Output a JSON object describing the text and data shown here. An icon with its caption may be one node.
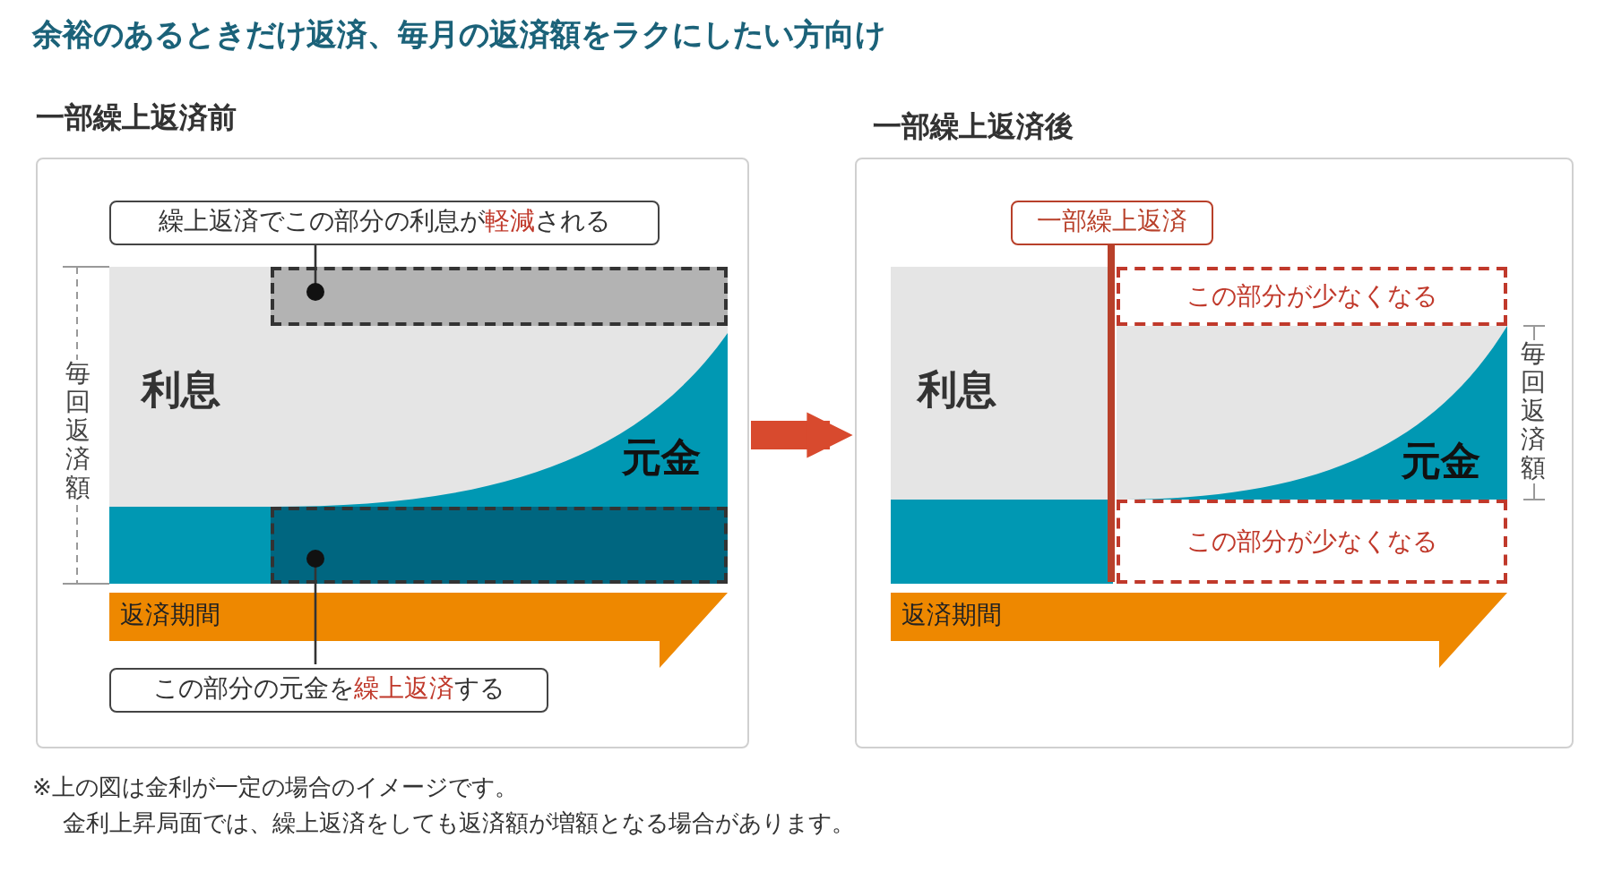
{
  "diagram": {
    "title": "余裕のあるときだけ返済、毎月の返済額をラクにしたい方向け",
    "nodes": [
      {
        "text": [],
        "shape": "box"
      },
      {
        "text": [
          "繰上返済でこの部分の利息が**軽減**される"
        ],
        "in": 0
      },
      {
        "text": [],
        "shape": "box",
        "in": 0
      },
      {
        "text": [],
        "shape": "box",
        "in": 0
      },
      {
        "text": [
          "この部分の元金を**繰上返済**する"
        ],
        "in": 0
      },
      {
        "text": [
          "返済期間"
        ],
        "in": 0
      },
      {
        "text": [],
        "shape": "box"
      },
      {
        "text": [
          "一部繰上返済"
        ],
        "in": 6
      },
      {
        "text": [
          "この部分が少なくなる"
        ],
        "in": 6
      },
      {
        "text": [
          "この部分が少なくなる"
        ],
        "in": 6
      },
      {
        "text": [
          "返済期間"
        ],
        "in": 6
      }
    ],
    "edges": [
      {
        "from": 1,
        "to": 2,
        "arrow": "other"
      },
      {
        "from": 4,
        "to": 3,
        "arrow": "other"
      },
      {
        "from": 0,
        "to": 6,
        "arrow": "to",
        "style": "thick",
        "color": "#d84a2e"
      },
      {
        "from": 7,
        "to": 9,
        "arrow": "none",
        "style": "thick",
        "color": "#b8402a"
      }
    ],
    "labels": [
      "一部繰上返済前",
      "毎回返済額",
      "利息",
      "元金",
      "一部繰上返済後",
      "利息",
      "元金",
      "毎回返済額",
      "※上の図は金利が一定の場合のイメージです。",
      "金利上昇局面では、繰上返済をしても返済額が増額となる場合があります。"
    ]
  }
}
